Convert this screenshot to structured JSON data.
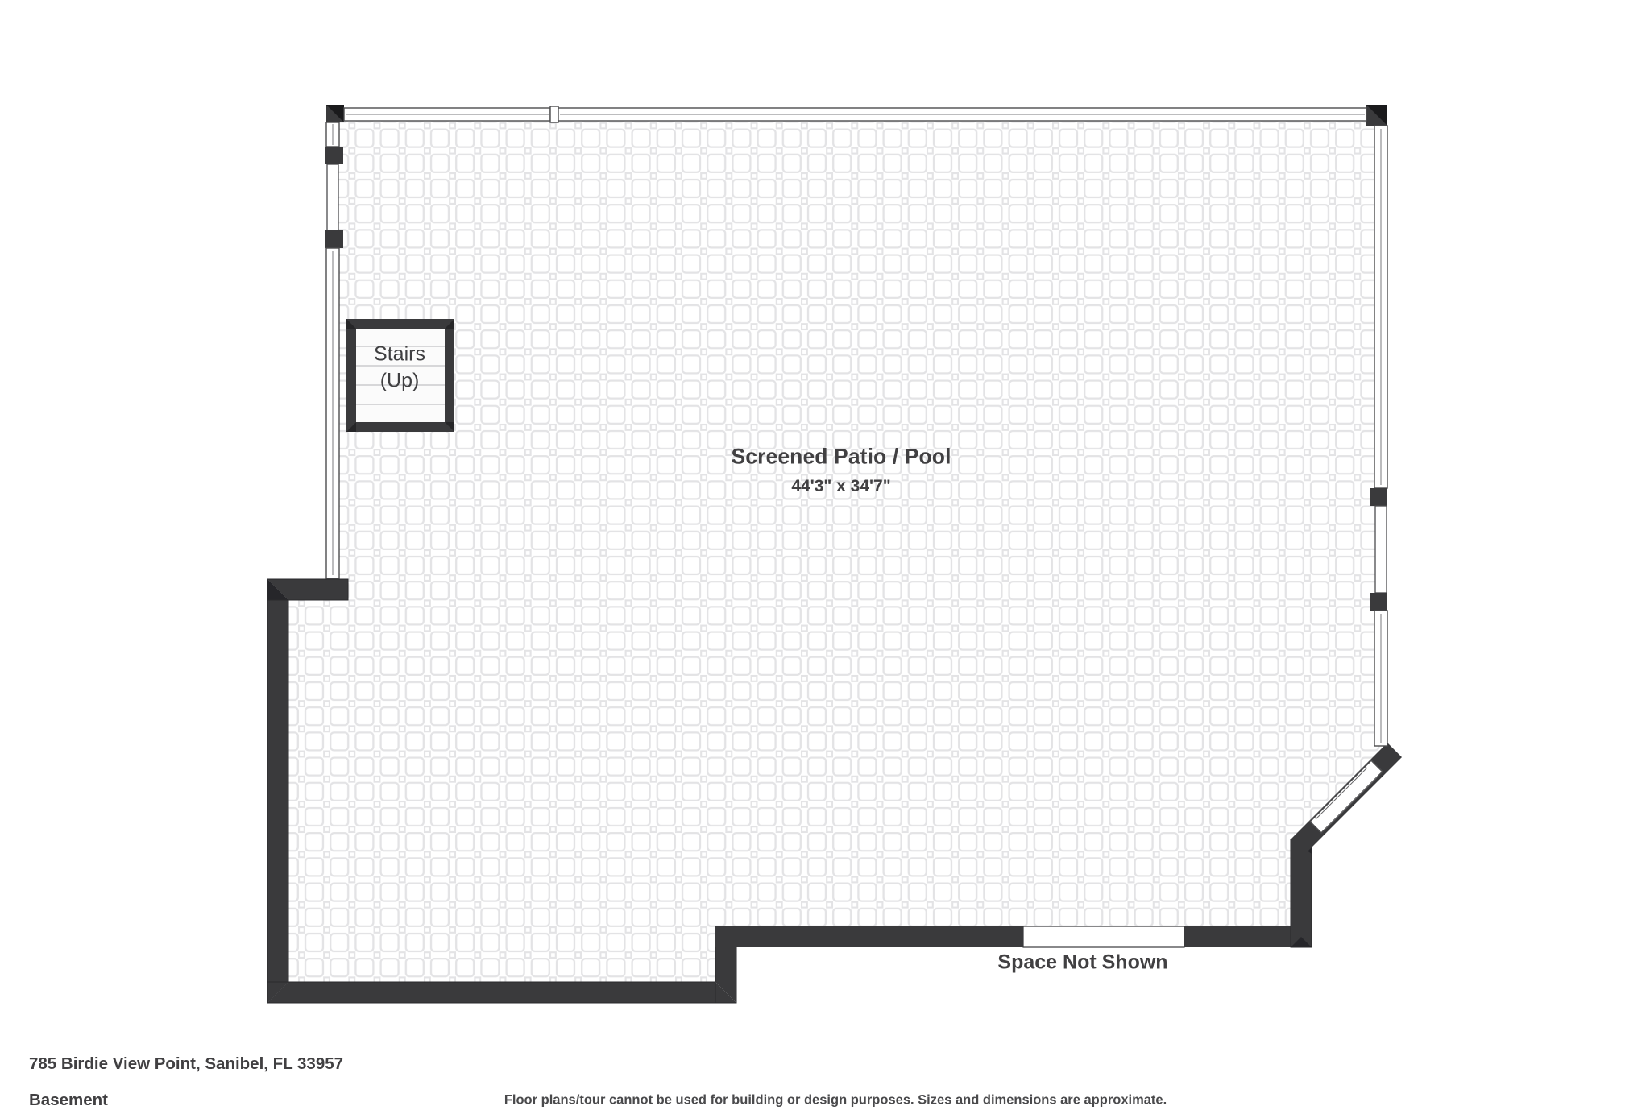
{
  "document": {
    "type": "floor-plan",
    "address": "785 Birdie View Point, Sanibel, FL 33957",
    "floor": "Basement",
    "disclaimer": "Floor plans/tour cannot be used for building or design purposes. Sizes and dimensions are approximate."
  },
  "rooms": [
    {
      "name": "Screened Patio / Pool",
      "dimensions": "44'3\" x 34'7\"",
      "floor_pattern": "octagon-tile"
    }
  ],
  "annotations": {
    "space_not_shown": "Space Not Shown",
    "stairs_line_1": "Stairs",
    "stairs_line_2": "(Up)"
  },
  "colors": {
    "wall_solid": "#3a3a3c",
    "wall_shadow": "#2f2f31",
    "wall_outline": "#111113",
    "screen_wall_fill": "#ffffff",
    "screen_wall_stroke": "#4c4c4e",
    "tile_stroke": "#e2e2e4",
    "text": "#414042",
    "background": "#ffffff"
  }
}
